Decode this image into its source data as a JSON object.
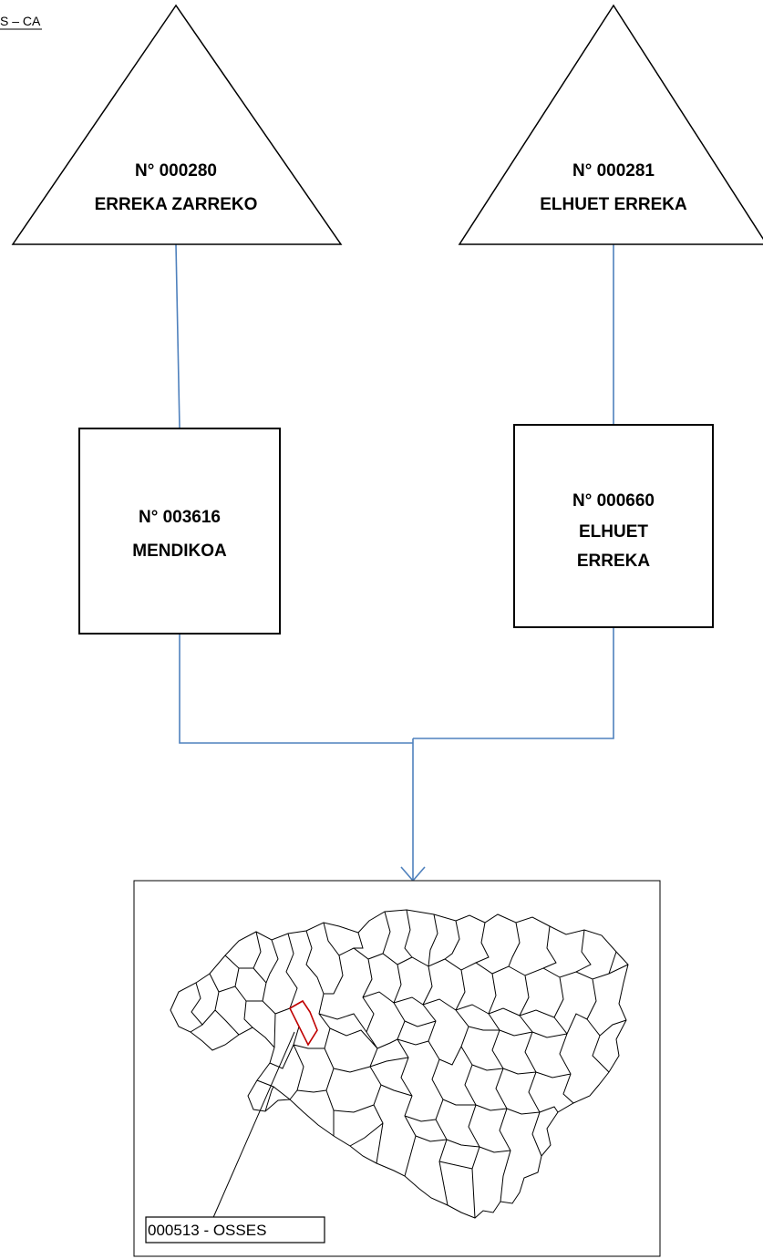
{
  "header": {
    "fragment": "S – CA"
  },
  "sources": [
    {
      "number": "N° 000280",
      "name": "ERREKA ZARREKO"
    },
    {
      "number": "N° 000281",
      "name": "ELHUET ERREKA"
    }
  ],
  "intermediates": [
    {
      "number": "N° 003616",
      "name": "MENDIKOA"
    },
    {
      "number": "N° 000660",
      "name_line1": "ELHUET",
      "name_line2": "ERREKA"
    }
  ],
  "commune": {
    "label": "000513 - OSSES",
    "highlight_color": "#c00000"
  },
  "colors": {
    "connector": "#4f81bd",
    "outline": "#000000"
  }
}
